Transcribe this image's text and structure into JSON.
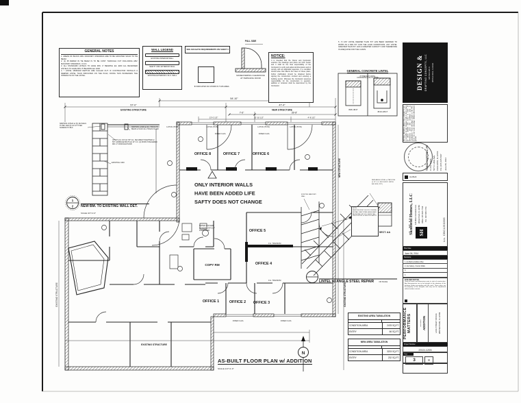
{
  "sheet": {
    "plan_title": "AS-BUILT FLOOR PLAN w/ ADDITION",
    "plan_scale": "SCALE 1/4\"=1'-0\"",
    "north": "N"
  },
  "general_notes": {
    "title": "GENERAL NOTES",
    "body": "1. AREAS OF BLOCK ABV. MASONRY OPENINGS ARE TO BE GROUTED SOLID TO TIE BEAM.\n2. (1) #5 REBAR IN TIE BEAM IS TO BE CONT. THROUGH OUT INCLUDING ABV. MASONRY OPENINGS. U.N.O.\n3. ALL STANDARD LINTELS TO HAVE MIN. 4\" BEARING EA. END ALL RECESSED LINTELS TO HAVE MIN. 8\" BEARING EA. END\n4. * LINTEL MINIMUM DEPTHS ARE CALLED OUT.  IF CONTRACTOR INSTALLS A DEEPER LINTEL THAN INDICATED ON THE PLAN, DOING THIS INCREASES THE STRENGTH OF THE LINTEL."
  },
  "wall_legend": {
    "title": "WALL LEGEND",
    "item1": "EXISTING INTERIOR WALL",
    "item2": "NEW 8\" CMU EXTERIOR WALL",
    "item3": "EXISTING EXTERIOR C.M.U. WALL"
  },
  "ada_note": "SEE ADA BATH REQUIREMENTS ON SHEET 3",
  "no_work_note": "★ INDICATES NO WORK IN THIS AREA",
  "door_clearance": {
    "label": "PULL SIDE",
    "caption": "MANEUVERING CLEARANCE\nAT SWINGING DOOR"
  },
  "notice": {
    "title": "NOTICE:",
    "body": "It is intended that the Owner and Contractor examine the drawings and plans set forth herein and it shall be the final responsibility of the Contractor to verify and adjust all dimensions and to comply with all applicable agencies. If a condition should arise that affects the intent of these plans, further clarification should be obtained before signing the construction contract and entering a building permit. Whereas the Contractor assumes responsibility for the construction in question, addition or omission shall be determined by the Contractor."
  },
  "lintel_note": "5. (*) ANY LINTEL DEEPER THAN 5'0\" HAS BEEN VERIFIED TO WORK  AS A MIN 5'0\"  FOR THE LOAD CONDITIONS.  ANY LINTEL GREATER THAN 5'0\" HAS A GREATER CAPACITY AND THEREFORE IS ADEQUATE FOR THE LOADS.",
  "concrete_lintel": {
    "title": "GENERAL CONCRETE LINTEL",
    "subtitle": "8\" PRECAST LINTEL\nCONCRETE QUALITY NOTE",
    "fig1_label": "8F8-1B/1T",
    "fig2_label": "8F16-1B/1T"
  },
  "beam_detail": {
    "title": "NEW BM. TO EXISTING WALL DET.",
    "scale": "SCALE 3/4\"=1'-0\"",
    "callout_num": "1",
    "callout_den": "2",
    "note1": "SIMPSON LSTA24 w/ (5) 16d NAILS TO BM. AND (5) 1/4\"x3\" TITEN SCREWS TO BLK",
    "note2": "SIMPSON LUS26 @ EA. TRUSS TO BEAM w/ NAILS ALL HOLES FILLED",
    "note3": "UPSET (2) 1 3/4\"x11 7/8\" LVL, SECURED TOGETHER w/ 5/8\" CARRIAGE BOLTS @ 16\" O.C. (2) ROWS STAGGERED MIN. 4\" FROM EACH END",
    "note4": "EXISTING CMU"
  },
  "repair_detail": {
    "title": "LINTEL w/ ANGLE STEEL REPAIR",
    "sect_label": "SECT. AA",
    "scale": "NO SCALE",
    "note": "NOTE:\nREMOVE EXIST. BLOCK COURSE, INSTALL NEW STEEL ANGLE AND RE-INSTALL BLOCK. GROUT ALL CELLS SOLID w/ 3000 PSI GROUT.",
    "note_a": "NEW ANGLE STEEL w/ TAPCONS @ 12\" O.C. INTO EXIST. LINTEL EA. SIDE (TYP.)",
    "note_b": "EXISTING MASONRY WALL"
  },
  "plan": {
    "warning1": "ONLY INTERIOR WALLS",
    "warning2": "HAVE BEEN ADDED LIFE",
    "warning3": "SAFTY DOES NOT CHANGE",
    "office8": "OFFICE 8",
    "office7": "OFFICE 7",
    "office6": "OFFICE 6",
    "office5": "OFFICE 5",
    "office4": "OFFICE 4",
    "copy": "COPY RM",
    "office1": "OFFICE 1",
    "office2": "OFFICE 2",
    "office3": "OFFICE 3",
    "water_cooler1": "WATER COOLER",
    "water_cooler2": "w/ HIGH-LOW CUP",
    "water_cooler3": "DISPENSER",
    "transom": "F.G. TRANSOM",
    "fixed_glass": "FIXED GLS.",
    "l4t16": "L4T16 (TOS)",
    "existing_structure": "EXISTING STRUCTURE",
    "new_structure": "NEW STRUCTURE",
    "dim_54": "54'-10\"",
    "dim_57": "57'-0\"",
    "dim_47": "47'-4\"",
    "dim_7": "7'-6\"",
    "dim_39": "39'-8\"",
    "dim_13": "13'-0 1/2\"",
    "dim_15": "15'-10 1/2\"",
    "dim_4": "4'-8 1/2\""
  },
  "tables": {
    "existing": {
      "title": "EXISTING AREA TABULATION",
      "row1_label": "CONDITION AREA",
      "row1_value": "2478 SQ.FT.",
      "row2_label": "ENTRY",
      "row2_value": "66 SQ.FT."
    },
    "new_tab": {
      "title": "NEW AREA TABULATION",
      "row1_label": "CONDITION AREA",
      "row1_value": "3203 SQ.FT.",
      "row2_label": "ENTRY",
      "row2_value": "232 SQ.FT."
    }
  },
  "titleblock": {
    "stamp_main": "DESIGN &",
    "stamp_sub": "DRAFTING CONCEPTS, LLC",
    "stamp_l1": "325 PARK AVE N.",
    "stamp_l2": "WINTER PARK, FLORIDA",
    "cert": "NOTICE: DESIGN & DRAFTING CONCEPTS LLC is not liable for any changes made to these plans by others. Builder and owner to verify all dimensions, notes and conditions prior to construction. These drawings comply w/ the FBC 2010. Do not scale drawings. Written dimensions govern.",
    "eng_name": "TOMAS MARTINEZ, PE",
    "eng_l1": "FL P.E. 58306",
    "eng_l2": "567 N. LAKE AVE.",
    "eng_l3": "CHULUOTA, FL 32766",
    "eng_l4": "PH. (407) 365-5037",
    "eng_date": "June 06, 2014",
    "marker_note": "As-Built",
    "builder_name": "Skolfield Homes, LLC",
    "builder_logo": "SH",
    "builder_a1": "118 West Comstock Ave.",
    "builder_a2": "Winter Park, FL 32789",
    "builder_a3": "Office: 407-647-7730",
    "builder_a4": "PH.:  407-645-7731",
    "builder_lic": "Lic. CBC1253395",
    "plan_date_label": "Plan Date",
    "plan_date": "June 06, 2014",
    "rev_label": "Revisions",
    "rev1": "1. As-Built & Addition Plan",
    "rev2": "2. Life Safety / Interior Walls",
    "rev3": "3.",
    "rev4": "4.",
    "builder_notes_title": "BUILDER NOTES",
    "builder_notes": "Verify all notes and dimensions prior to start of construction. Any discrepancies are to be brought to the attention of the designer before proceeding with the work. These plans are the property of the designer and may not be reproduced without written consent.",
    "brand": "PERFORMANCE MATTERS",
    "project_label": "Plan Name:",
    "project": "ADDITION",
    "client_l1": "LAKE STREET OFFICE",
    "client_l2": "WINTER PARK, FL 32789",
    "project_no_label": "Project Number",
    "project_no": "2013-1205",
    "page_label": "Page",
    "sheet_no": "3",
    "sheet_of": "8"
  }
}
